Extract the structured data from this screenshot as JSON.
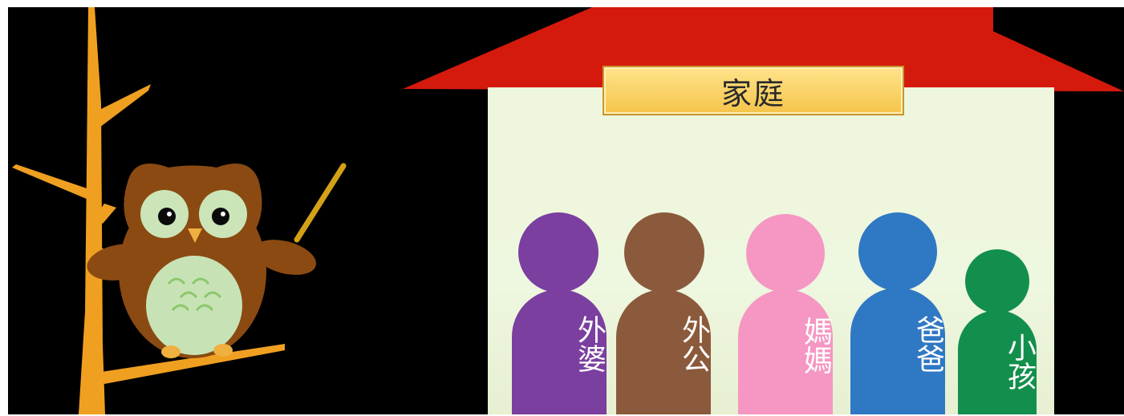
{
  "house": {
    "title": "家庭",
    "roof_color": "#d41a0c",
    "wall_color": "#eef6dd",
    "sign_color": "#fbd45c"
  },
  "family": [
    {
      "id": "grandma",
      "label": "外婆",
      "color": "#7b3fa0"
    },
    {
      "id": "grandpa",
      "label": "外公",
      "color": "#8b5a3c"
    },
    {
      "id": "mom",
      "label": "媽媽",
      "color": "#f597c2"
    },
    {
      "id": "dad",
      "label": "爸爸",
      "color": "#2f78c4"
    },
    {
      "id": "child",
      "label": "小孩",
      "color": "#138f4d"
    }
  ],
  "owl": {
    "body_color": "#8b4a12",
    "belly_color": "#c7e3b6",
    "eye_color": "#cbe5b8",
    "pointer_color": "#d4a017"
  },
  "tree": {
    "color": "#f0a020"
  }
}
